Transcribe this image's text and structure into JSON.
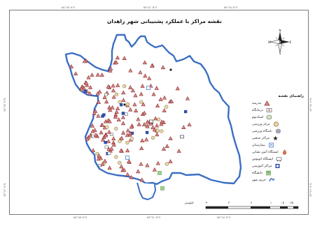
{
  "map": {
    "title": "نقشه مراکز با عملکرد پشتیبانی شهر زاهدان",
    "north_letters": {
      "n": "N",
      "e": "E",
      "s": "S",
      "w": "W"
    },
    "coords_top": [
      "60°48'0\"E",
      "60°51'0\"E",
      "60°54'0\"E"
    ],
    "coords_bottom": [
      "60°48'0\"E",
      "60°51'0\"E",
      "60°54'0\"E"
    ],
    "coords_left": [
      "29°30'0\"N",
      "29°27'0\"N"
    ],
    "coords_right": [
      "29°30'0\"N",
      "29°27'0\"N"
    ],
    "colors": {
      "boundary": "#3a6fc4",
      "point": "#b43a3a",
      "point_fill": "#d98a8a"
    }
  },
  "legend": {
    "title": "راهنمای نقشه",
    "items": [
      {
        "label": "مدرسه",
        "icon": "school-icon"
      },
      {
        "label": "درمانگاه",
        "icon": "clinic-icon"
      },
      {
        "label": "استادیوم",
        "icon": "stadium-icon"
      },
      {
        "label": "مرکز ورزشی",
        "icon": "sport-center-icon"
      },
      {
        "label": "باشگاه ورزشی",
        "icon": "gym-icon"
      },
      {
        "label": "مراکز مذهبی",
        "icon": "religious-icon"
      },
      {
        "label": "بیمارستان",
        "icon": "hospital-icon"
      },
      {
        "label": "ایستگاه آتش نشانی",
        "icon": "fire-station-icon"
      },
      {
        "label": "ایستگاه اتوبوس",
        "icon": "bus-station-icon"
      },
      {
        "label": "مراکز آموزشی",
        "icon": "education-icon"
      },
      {
        "label": "دانشگاه",
        "icon": "university-icon"
      },
      {
        "label": "حریم شهر",
        "icon": "city-boundary-icon"
      }
    ]
  },
  "scale": {
    "labels": [
      "۴",
      "۳",
      "۲",
      "۱",
      "۰.۵",
      "۰.۲۵",
      "۰"
    ],
    "unit": "کیلومتر"
  }
}
